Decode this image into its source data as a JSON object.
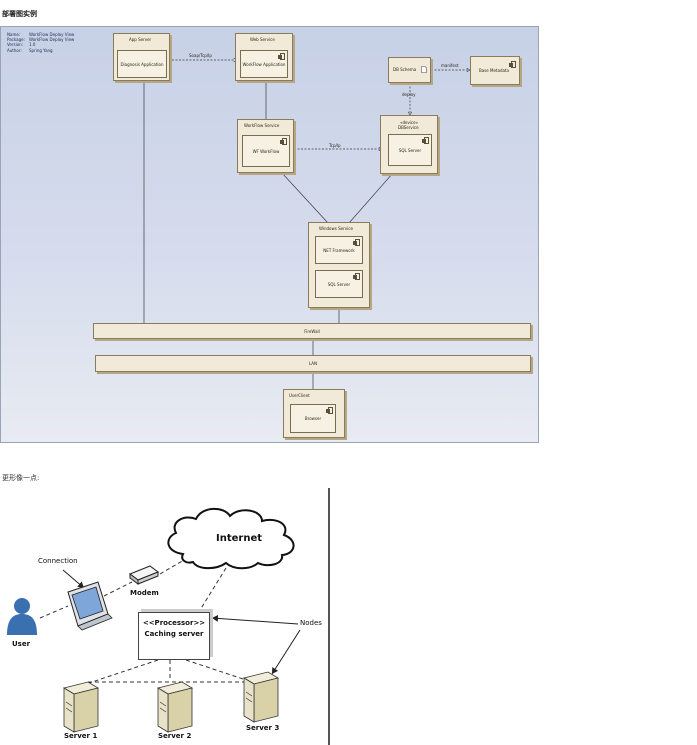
{
  "heading": "部署图实例",
  "subheading": "更形像一点:",
  "diagram1": {
    "meta": [
      {
        "key": "Name:",
        "value": "WorkFlow Deploy View"
      },
      {
        "key": "Package:",
        "value": "WorkFlow Deploy View"
      },
      {
        "key": "Version:",
        "value": "1.0"
      },
      {
        "key": "Author:",
        "value": "Spring Yang"
      }
    ],
    "nodes": {
      "app_server": {
        "title": "App Server",
        "component": "Diagnosis Application"
      },
      "web_service": {
        "title": "Web Service",
        "component": "WorkFlow Application"
      },
      "db_schema": {
        "title": "DB Schema"
      },
      "base_metadata": {
        "title": "Base Metadata"
      },
      "workflow_service": {
        "title": "WorkFlow Service",
        "component": "WF WorkFlow"
      },
      "db_service": {
        "stereotype": "«device»",
        "title": "DBService",
        "component": "SQL Server"
      },
      "windows_service": {
        "title": "Windows Service",
        "components": [
          "NET Framework",
          "SQL Server"
        ]
      },
      "user_client": {
        "title": "UserClient",
        "component": "Browser"
      }
    },
    "bars": {
      "firewall": "FireWall",
      "lan": "LAN"
    },
    "edge_labels": {
      "soap": "Soap/Tcp/Ip",
      "tcpip": "Tcp/Ip",
      "manifest": "manifest",
      "deploy": "deploy"
    }
  },
  "diagram2": {
    "cloud": "Internet",
    "connection": "Connection",
    "modem": "Modem",
    "user": "User",
    "nodes_label": "Nodes",
    "processor": "<<Processor>>",
    "caching": "Caching server",
    "servers": [
      "Server 1",
      "Server 2",
      "Server 3"
    ],
    "colors": {
      "user_icon": "#3a6fb0",
      "server_face": "#e8e2c8"
    }
  }
}
